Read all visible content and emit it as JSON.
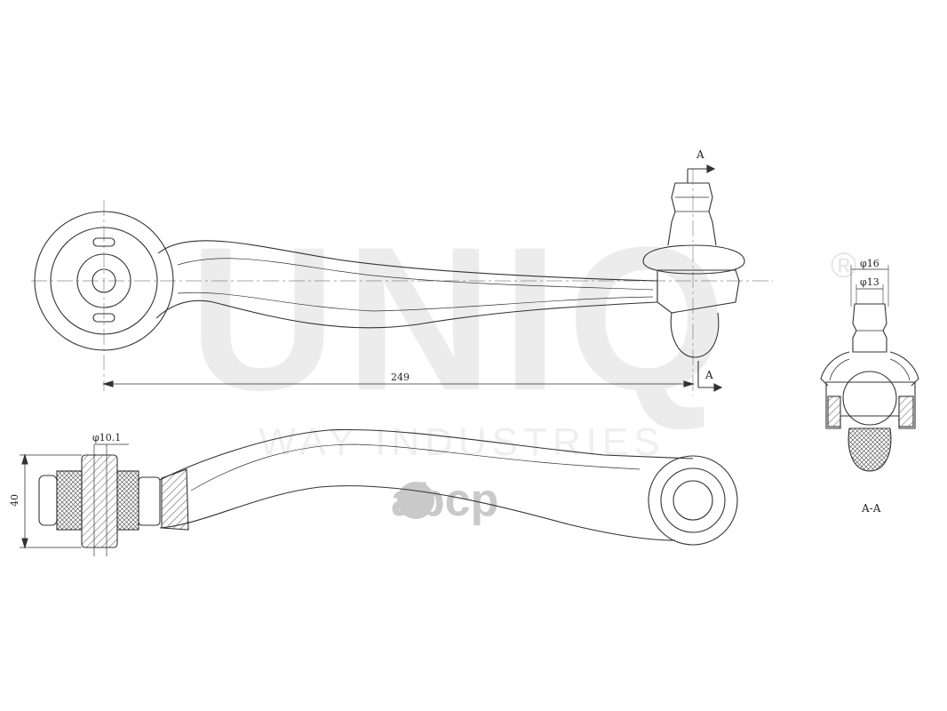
{
  "watermarks": {
    "brand": "UNIQ",
    "registered": "®",
    "tagline": "WAY INDUSTRIES",
    "site": "abcp"
  },
  "dimensions": {
    "length": "249",
    "bushing_bore": "φ10.1",
    "bushing_height": "40",
    "ball_outer": "φ16",
    "ball_inner": "φ13"
  },
  "section": {
    "marker_top": "A",
    "marker_bottom": "A",
    "view_label": "A-A"
  },
  "colors": {
    "line": "#333333",
    "watermark": "#ebebeb",
    "site_logo": "#c9c9c9"
  }
}
